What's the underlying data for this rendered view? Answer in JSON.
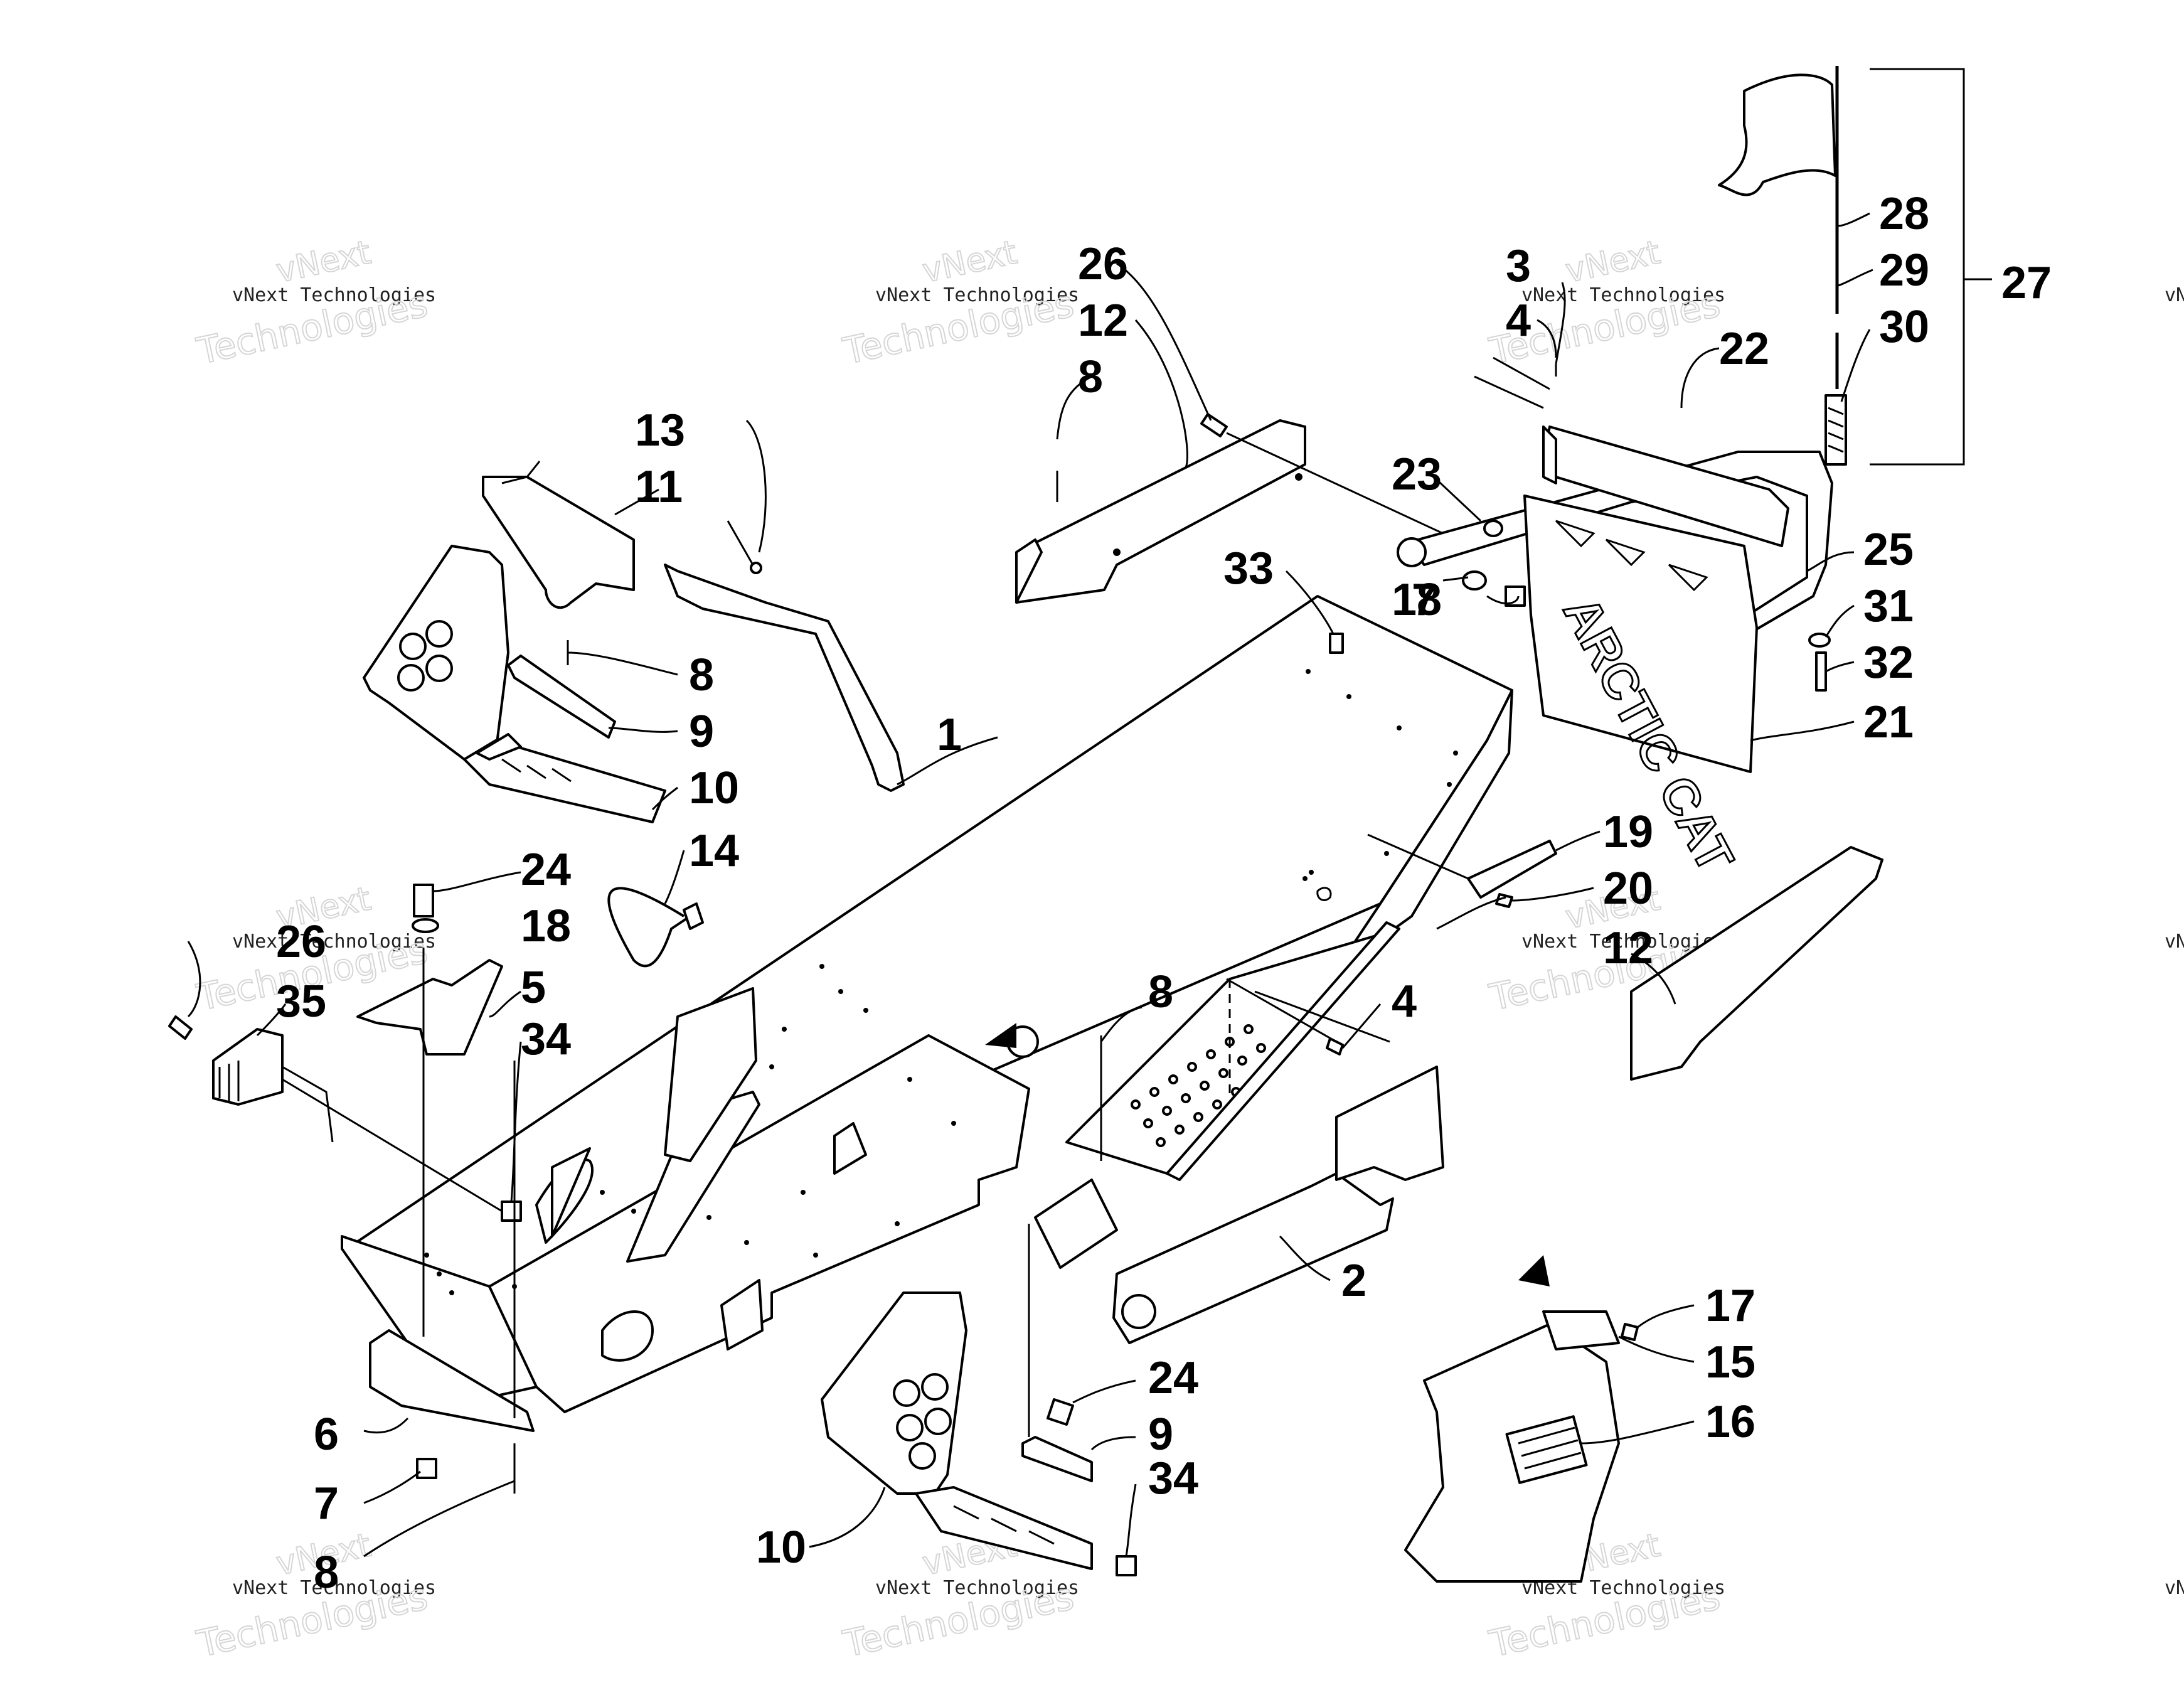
{
  "watermarks": {
    "company_small": "vNext Technologies",
    "company_brand": "vNext",
    "company_word": "Technologies"
  },
  "flap_text": "ARCTIC CAT",
  "callouts": [
    {
      "id": "c-1",
      "label": "1"
    },
    {
      "id": "c-2",
      "label": "2"
    },
    {
      "id": "c-3",
      "label": "3"
    },
    {
      "id": "c-4a",
      "label": "4"
    },
    {
      "id": "c-4b",
      "label": "4"
    },
    {
      "id": "c-5",
      "label": "5"
    },
    {
      "id": "c-6",
      "label": "6"
    },
    {
      "id": "c-7a",
      "label": "7"
    },
    {
      "id": "c-7b",
      "label": "7"
    },
    {
      "id": "c-8a",
      "label": "8"
    },
    {
      "id": "c-8b",
      "label": "8"
    },
    {
      "id": "c-8c",
      "label": "8"
    },
    {
      "id": "c-8d",
      "label": "8"
    },
    {
      "id": "c-9a",
      "label": "9"
    },
    {
      "id": "c-9b",
      "label": "9"
    },
    {
      "id": "c-10a",
      "label": "10"
    },
    {
      "id": "c-10b",
      "label": "10"
    },
    {
      "id": "c-11",
      "label": "11"
    },
    {
      "id": "c-12a",
      "label": "12"
    },
    {
      "id": "c-12b",
      "label": "12"
    },
    {
      "id": "c-13",
      "label": "13"
    },
    {
      "id": "c-14",
      "label": "14"
    },
    {
      "id": "c-15",
      "label": "15"
    },
    {
      "id": "c-16",
      "label": "16"
    },
    {
      "id": "c-17",
      "label": "17"
    },
    {
      "id": "c-18a",
      "label": "18"
    },
    {
      "id": "c-18b",
      "label": "18"
    },
    {
      "id": "c-19",
      "label": "19"
    },
    {
      "id": "c-20",
      "label": "20"
    },
    {
      "id": "c-21",
      "label": "21"
    },
    {
      "id": "c-22",
      "label": "22"
    },
    {
      "id": "c-23",
      "label": "23"
    },
    {
      "id": "c-24a",
      "label": "24"
    },
    {
      "id": "c-24b",
      "label": "24"
    },
    {
      "id": "c-25",
      "label": "25"
    },
    {
      "id": "c-26a",
      "label": "26"
    },
    {
      "id": "c-26b",
      "label": "26"
    },
    {
      "id": "c-27",
      "label": "27"
    },
    {
      "id": "c-28",
      "label": "28"
    },
    {
      "id": "c-29",
      "label": "29"
    },
    {
      "id": "c-30",
      "label": "30"
    },
    {
      "id": "c-31",
      "label": "31"
    },
    {
      "id": "c-32",
      "label": "32"
    },
    {
      "id": "c-33",
      "label": "33"
    },
    {
      "id": "c-34a",
      "label": "34"
    },
    {
      "id": "c-34b",
      "label": "34"
    },
    {
      "id": "c-35",
      "label": "35"
    }
  ]
}
